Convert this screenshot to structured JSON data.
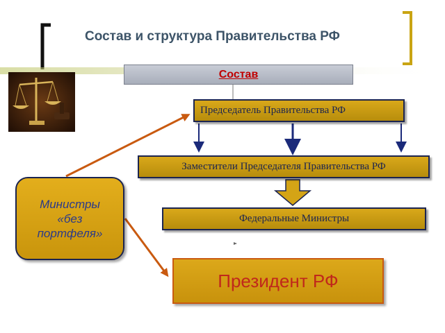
{
  "title": "Состав и структура Правительства РФ",
  "header_box": {
    "label": "Состав"
  },
  "chairman": {
    "label": "Председатель Правительства РФ"
  },
  "deputies": {
    "label": "Заместители Председателя Правительства РФ"
  },
  "ministers": {
    "label": "Федеральные Министры"
  },
  "president": {
    "label": "Президент РФ"
  },
  "ministers_without_portfolio": {
    "label": "Министры\n«без\nпортфеля»"
  },
  "colors": {
    "gold": "#c9950c",
    "navy": "#1b2450",
    "title": "#3d5468",
    "red_arrow": "#c95a10",
    "red_text": "#c0281b",
    "bracket_gold": "#c9a413"
  },
  "icons": {
    "photo": "scales-of-justice-icon"
  }
}
